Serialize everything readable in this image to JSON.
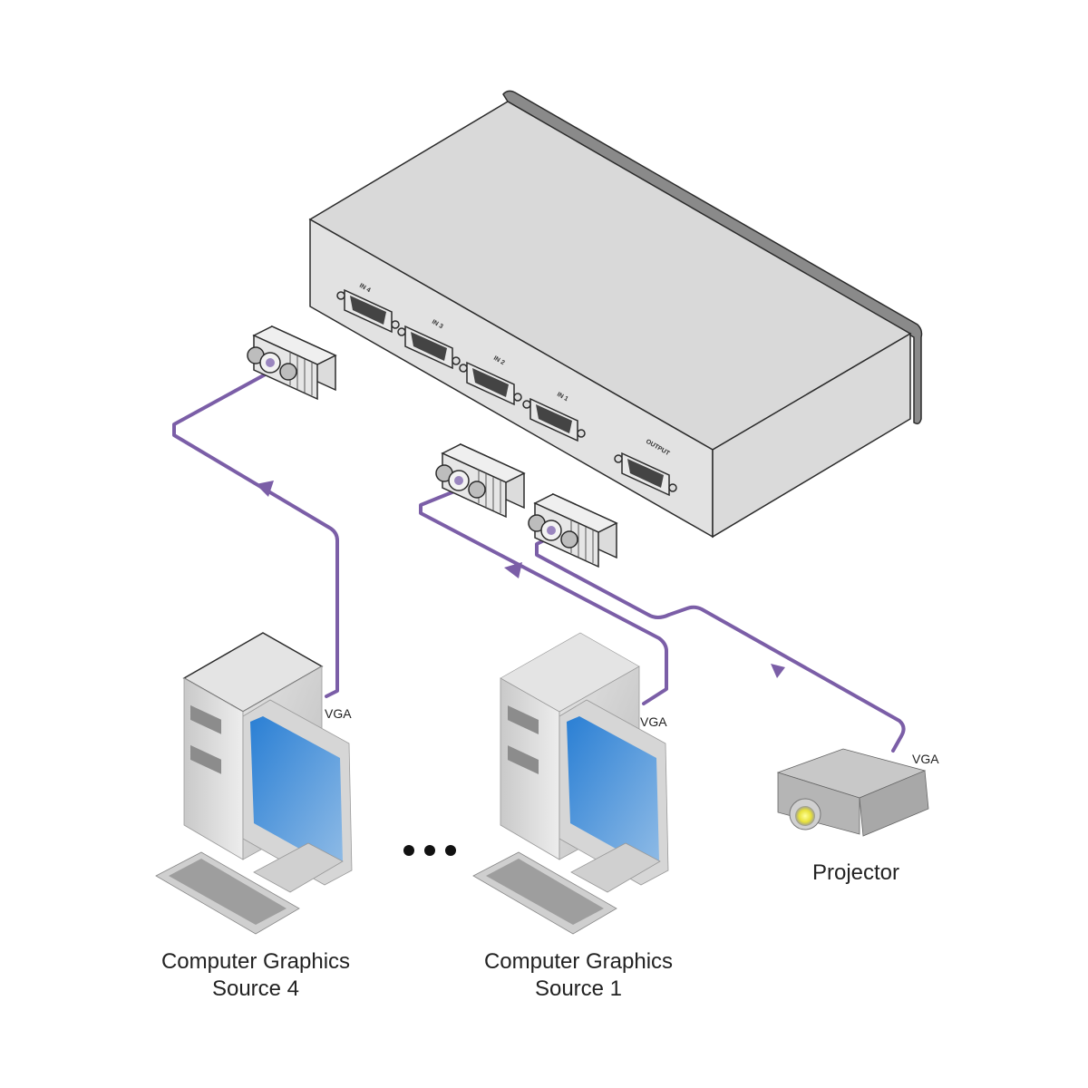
{
  "diagram": {
    "device": {
      "ports": [
        {
          "id": "in4",
          "label": "IN 4"
        },
        {
          "id": "in3",
          "label": "IN 3"
        },
        {
          "id": "in2",
          "label": "IN 2"
        },
        {
          "id": "in1",
          "label": "IN 1"
        },
        {
          "id": "output",
          "label": "OUTPUT"
        }
      ]
    },
    "sources": [
      {
        "id": "source4",
        "line1": "Computer Graphics",
        "line2": "Source 4",
        "cable_label": "VGA",
        "connects_to": "IN 4"
      },
      {
        "id": "source1",
        "line1": "Computer Graphics",
        "line2": "Source 1",
        "cable_label": "VGA",
        "connects_to": "IN 1"
      }
    ],
    "ellipsis": "•••",
    "projector": {
      "label": "Projector",
      "cable_label": "VGA",
      "connects_to": "OUTPUT"
    },
    "colors": {
      "cable": "#7b5ea7",
      "device_body": "#d9d9d9",
      "screen": "#4a90d9"
    }
  }
}
